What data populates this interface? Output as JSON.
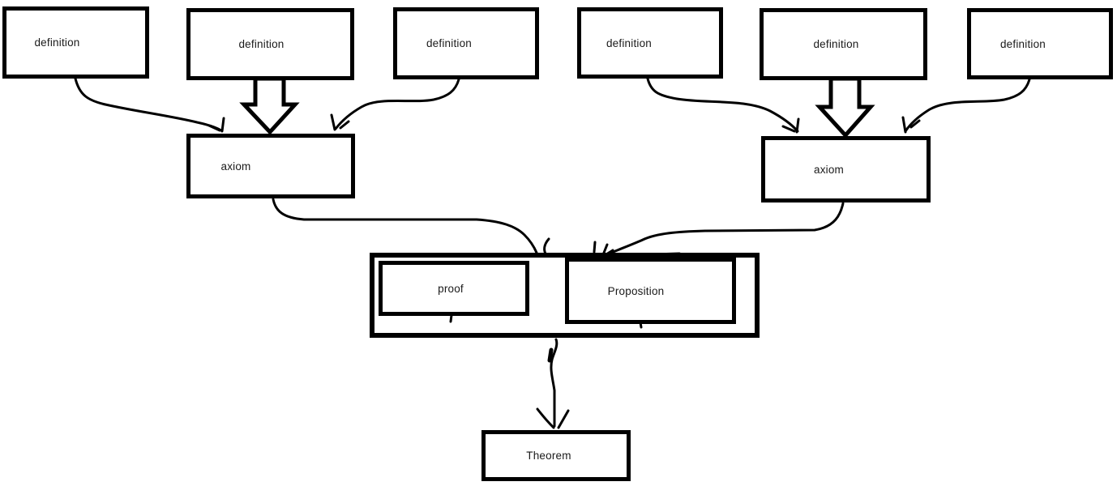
{
  "diagram": {
    "background_color": "#ffffff",
    "ink_color": "#000000",
    "text_color": "#1a1a1a",
    "nodes": {
      "definition_1": {
        "label": "definition"
      },
      "definition_2": {
        "label": "definition"
      },
      "definition_3": {
        "label": "definition"
      },
      "definition_4": {
        "label": "definition"
      },
      "definition_5": {
        "label": "definition"
      },
      "definition_6": {
        "label": "definition"
      },
      "axiom_left": {
        "label": "axiom"
      },
      "axiom_right": {
        "label": "axiom"
      },
      "proof": {
        "label": "proof"
      },
      "proposition": {
        "label": "Proposition"
      },
      "theorem": {
        "label": "Theorem"
      }
    },
    "edges": [
      {
        "from": "definition_1",
        "to": "axiom_left",
        "style": "curved-arrow"
      },
      {
        "from": "definition_2",
        "to": "axiom_left",
        "style": "block-arrow"
      },
      {
        "from": "definition_3",
        "to": "axiom_left",
        "style": "curved-arrow"
      },
      {
        "from": "definition_4",
        "to": "axiom_right",
        "style": "curved-arrow"
      },
      {
        "from": "definition_5",
        "to": "axiom_right",
        "style": "block-arrow"
      },
      {
        "from": "definition_6",
        "to": "axiom_right",
        "style": "curved-arrow"
      },
      {
        "from": "axiom_left",
        "to": "proof_proposition_group",
        "style": "curved-line"
      },
      {
        "from": "axiom_right",
        "to": "proposition",
        "style": "curved-arrow"
      },
      {
        "from": "proof_proposition_group",
        "to": "theorem",
        "style": "curved-arrow"
      }
    ]
  }
}
